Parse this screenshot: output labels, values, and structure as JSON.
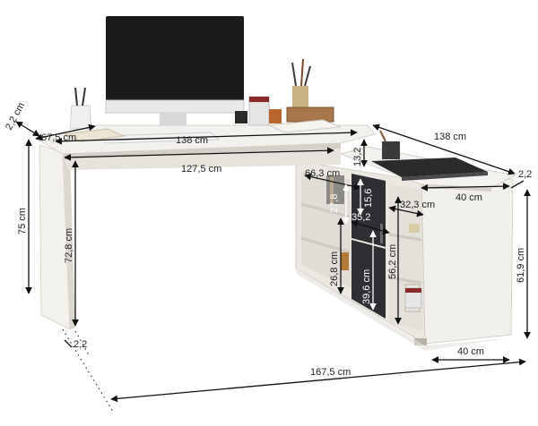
{
  "dimensions": {
    "top_thickness_left": "2,2 cm",
    "depth_left": "67,5 cm",
    "width_top_long": "138 cm",
    "width_inner": "127,5 cm",
    "height_total": "75 cm",
    "leg_height": "72,8 cm",
    "leg_thickness": "2,2",
    "width_return": "138 cm",
    "return_depth": "40 cm",
    "return_thickness": "2,2",
    "modesty_height": "13,2",
    "shelf_width": "66,3 cm",
    "shelf_gap_upper": "27,8",
    "shelf_gap_small": "15,6",
    "door_width": "35,2",
    "shelf_side_width": "32,3 cm",
    "shelf_gap_lower": "26,8 cm",
    "door_height": "39,6 cm",
    "cabinet_inner_height": "56,2 cm",
    "cabinet_height": "61,9 cm",
    "base_depth": "40 cm",
    "overall_length": "167,5 cm"
  },
  "colors": {
    "board": "#f1efea",
    "edge": "#d6d2ca",
    "door": "#2e2f33",
    "monitor": "#1b1b1d"
  }
}
